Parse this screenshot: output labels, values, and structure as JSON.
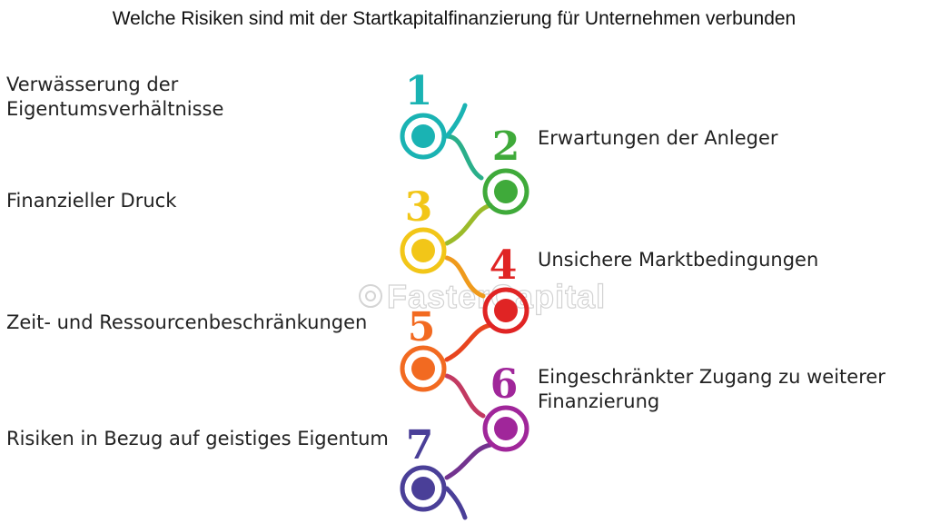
{
  "title": "Welche Risiken sind mit der Startkapitalfinanzierung für Unternehmen verbunden",
  "watermark": "FasterCapital",
  "steps": [
    {
      "number": "1",
      "text": "Verwässerung der\nEigentumsverhältnisse",
      "color": "#1ab3b3"
    },
    {
      "number": "2",
      "text": "Erwartungen der Anleger",
      "color": "#3faa3a"
    },
    {
      "number": "3",
      "text": "Finanzieller Druck",
      "color": "#f2c618"
    },
    {
      "number": "4",
      "text": "Unsichere Marktbedingungen",
      "color": "#e02424"
    },
    {
      "number": "5",
      "text": "Zeit- und Ressourcenbeschränkungen",
      "color": "#f26a21"
    },
    {
      "number": "6",
      "text": "Eingeschränkter Zugang zu weiterer\nFinanzierung",
      "color": "#a0269a"
    },
    {
      "number": "7",
      "text": "Risiken in Bezug auf geistiges Eigentum",
      "color": "#4a3f98"
    }
  ]
}
